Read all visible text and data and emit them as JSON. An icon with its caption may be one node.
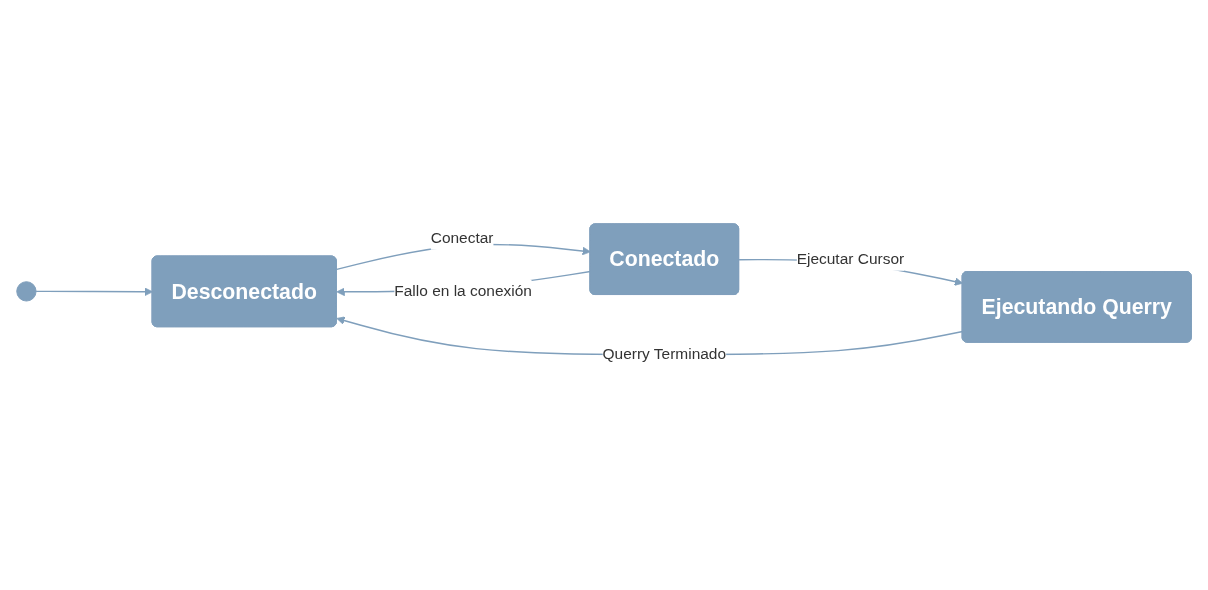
{
  "diagram": {
    "nodes": [
      {
        "text": [],
        "shape": "circle"
      },
      {
        "text": [
          "Desconectado"
        ]
      },
      {
        "text": [
          "Conectado"
        ]
      },
      {
        "text": [
          "Ejecutando Querry"
        ]
      }
    ],
    "edges": [
      {
        "from": 0,
        "to": 1,
        "arrow": "to"
      },
      {
        "from": 1,
        "to": 2,
        "arrow": "to",
        "label": "Conectar"
      },
      {
        "from": 2,
        "to": 3,
        "arrow": "to",
        "label": "Ejecutar Cursor"
      },
      {
        "from": 2,
        "to": 1,
        "arrow": "to",
        "label": "Fallo en la conexión"
      },
      {
        "from": 3,
        "to": 1,
        "arrow": "to",
        "label": "Querry Terminado"
      }
    ]
  }
}
